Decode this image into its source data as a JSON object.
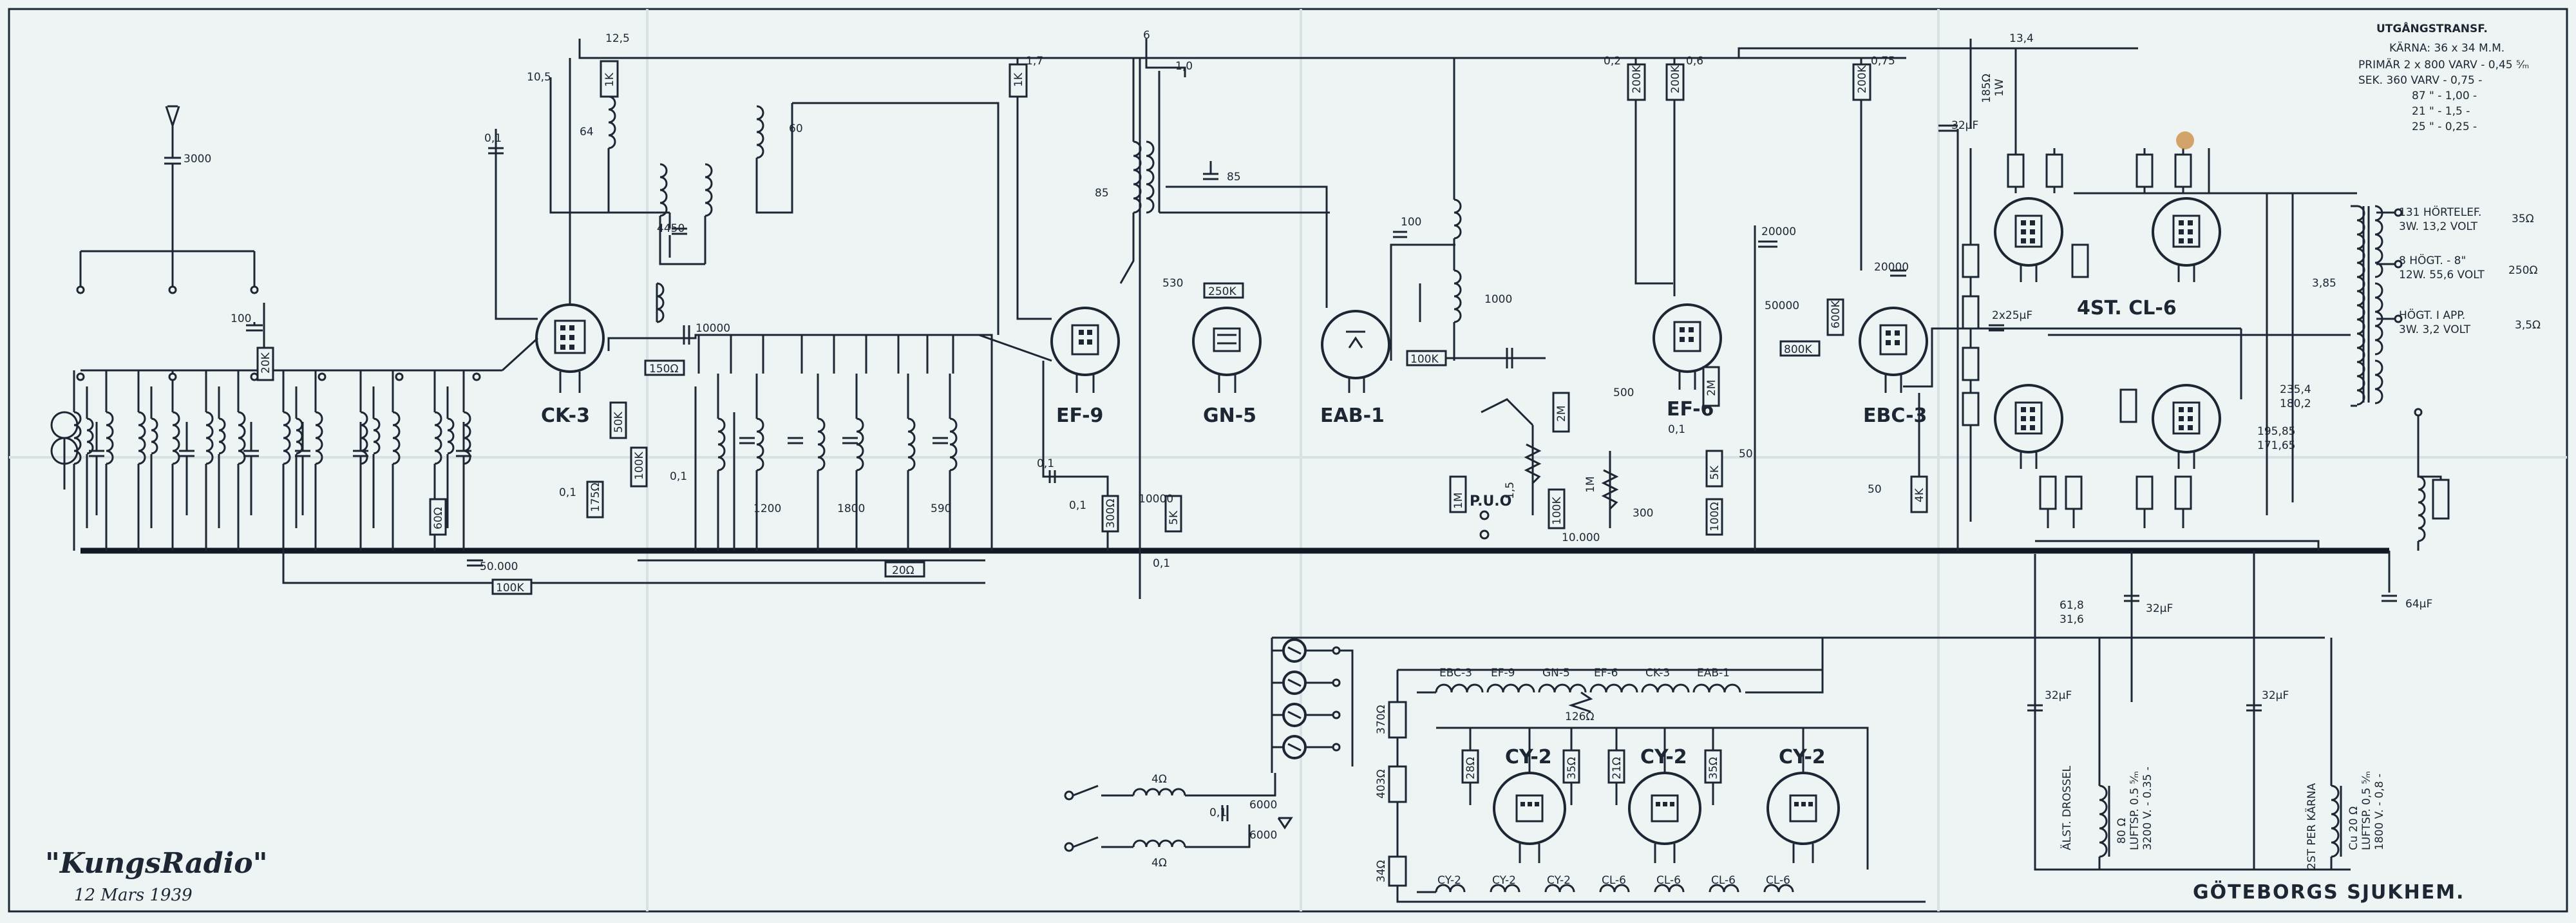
{
  "drawing": {
    "brand": "\"KungsRadio\"",
    "date": "12 Mars 1939",
    "customer": "GÖTEBORGS SJUKHEM.",
    "stain_color": "#c98a3c",
    "ink_color": "#1c2733",
    "paper_color": "#eef3f4"
  },
  "output_transformer": {
    "title": "UTGÅNGSTRANSF.",
    "lines": [
      "KÄRNA: 36 x 34 M.M.",
      "PRIMÄR  2 x 800 VARV - 0,45 ⁵⁄ₘ",
      "SEK.    360 VARV  -  0,75 -",
      "87   \"  - 1,00 -",
      "21   \"  - 1,5  -",
      "25   \"  - 0,25 -"
    ]
  },
  "outputs": [
    {
      "desc1": "131 HÖRTELEF.",
      "desc2": "3W.  13,2 VOLT",
      "value": "35Ω"
    },
    {
      "desc1": "8 HÖGT. - 8\"",
      "desc2": "12W. 55,6 VOLT",
      "value": "250Ω"
    },
    {
      "desc1": "HÖGT. I APP.",
      "desc2": "3W.  3,2 VOLT",
      "value": "3,5Ω"
    }
  ],
  "tubes": {
    "ck3": "CK-3",
    "ef9": "EF-9",
    "gn5": "GN-5",
    "eab1": "EAB-1",
    "ef6": "EF-6",
    "ebc3": "EBC-3",
    "cl6": "4ST. CL-6",
    "cy2a": "CY-2",
    "cy2b": "CY-2",
    "cy2c": "CY-2"
  },
  "heater_chain": [
    "EBC-3",
    "EF-9",
    "GN-5",
    "EF-6",
    "CK-3",
    "EAB-1"
  ],
  "rectifier_chain": [
    "CY-2",
    "CY-2",
    "CY-2",
    "CL-6",
    "CL-6",
    "CL-6",
    "CL-6"
  ],
  "pickup_label": "P.U.O",
  "choke": {
    "lines": [
      "ÄLST. DROSSEL",
      "80 Ω",
      "LUFTSP. 0.5 ⁵⁄ₘ",
      "3200 V. - 0.35 -"
    ]
  },
  "mains_choke": {
    "lines": [
      "2ST PER KÄRNA",
      "Cu 20 Ω",
      "LUFTSP. 0,5 ⁵⁄ₘ",
      "1800 V. - 0,8 -"
    ]
  },
  "voltages": {
    "v1": "12,5",
    "v2": "10,5",
    "v3": "6",
    "v4": "1,7",
    "v5": "1,0",
    "v6": "0,2",
    "v7": "0,6",
    "v8": "0,75",
    "v9": "13,4",
    "v10": "185Ω",
    "v11": "1W",
    "v12": "3,85",
    "v13": "235,4",
    "v14": "180,2",
    "v15": "195,85",
    "v16": "171,65",
    "v17": "61,8",
    "v18": "31,6"
  },
  "components": {
    "c3000": "3000",
    "c100a": "100",
    "r20k": "20K",
    "c01a": "0,1",
    "c64": "64",
    "c60": "60",
    "r1ka": "1K",
    "c4450": "4450",
    "c10000": "10000",
    "r150": "150Ω",
    "c50k": "50K",
    "r100ka": "100K",
    "r175": "175Ω",
    "c01b": "0,1",
    "c01c": "0,1",
    "c1200": "1200",
    "c1800": "1800",
    "c590": "590",
    "r60": "60Ω",
    "c50000": "50.000",
    "r100kb": "100K",
    "r20": "20Ω",
    "r1kb": "1K",
    "c85": "85",
    "c530": "530",
    "r250k": "250K",
    "c85b": "85",
    "c100b": "100",
    "c1000": "1000",
    "r100kc": "100K",
    "c01d": "0,1",
    "c01e": "0,1",
    "r300": "300Ω",
    "c10000b": "10000",
    "r5k": "5K",
    "c01f": "0,1",
    "r100kd": "100K",
    "r1m": "1M",
    "c500": "500",
    "c15": "1,5",
    "r1ma": "1M",
    "c10000c": "10.000",
    "r300b": "300",
    "r2m": "2M",
    "c01g": "0,1",
    "r2mb": "2M",
    "r5kb": "5K",
    "c50": "50",
    "c20000": "20000",
    "c50000b": "50000",
    "r800k": "800K",
    "c20000b": "20000",
    "r600k": "600K",
    "c50b": "50",
    "r4k": "4K",
    "r200k": "200K",
    "r200kb": "200K",
    "r200kc": "200K",
    "c32a": "32μF",
    "c32b": "32μF",
    "c32c": "32μF",
    "c32d": "32μF",
    "c64uf": "64μF",
    "c2x25": "2x25μF",
    "r100": "100Ω",
    "r370": "370Ω",
    "r403": "403Ω",
    "r34": "34Ω",
    "r126": "126Ω",
    "c01h": "0,1",
    "c6000a": "6000",
    "c6000b": "6000",
    "r4a": "4Ω",
    "r4b": "4Ω",
    "r28": "28Ω",
    "r35": "35Ω",
    "r21": "21Ω",
    "r35b": "35Ω"
  }
}
